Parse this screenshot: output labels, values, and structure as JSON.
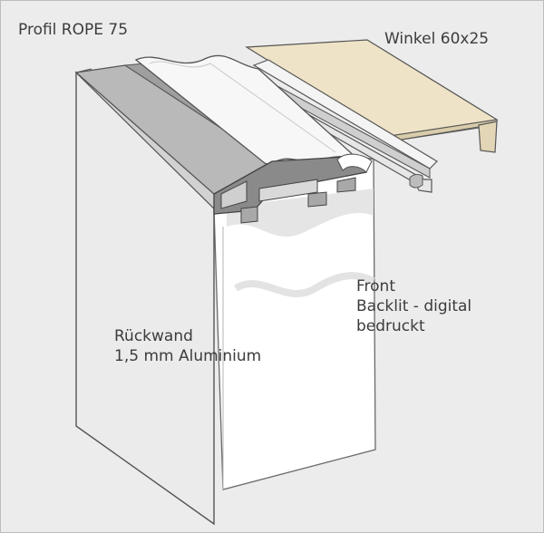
{
  "labels": {
    "profile": "Profil ROPE 75",
    "angle": "Winkel 60x25",
    "front": {
      "line1": "Front",
      "line2": "Backlit - digital",
      "line3": "bedruckt"
    },
    "back": {
      "line1": "Rückwand",
      "line2": "1,5 mm Aluminium"
    }
  },
  "colors": {
    "background": "#ececec",
    "aluminium_panel": "#ebebeb",
    "profile_top": "#b9b9b9",
    "profile_dark": "#8a8a8a",
    "textile_front": "#ffffff",
    "wood_angle": "#eee3c6",
    "text": "#3c3c3c"
  }
}
